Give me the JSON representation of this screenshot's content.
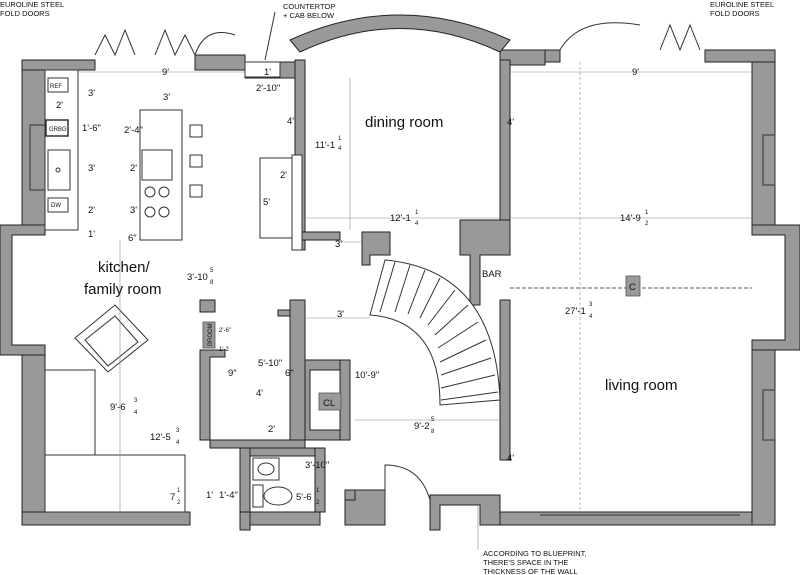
{
  "rooms": {
    "dining": "dining room",
    "kitchen": "kitchen/",
    "family": "family room",
    "living": "living room"
  },
  "notes": {
    "fold_doors_left_1": "EUROLINE STEEL",
    "fold_doors_left_2": "FOLD DOORS",
    "fold_doors_right_1": "EUROLINE STEEL",
    "fold_doors_right_2": "FOLD DOORS",
    "countertop_1": "COUNTERTOP",
    "countertop_2": "+ CAB BELOW",
    "blueprint_1": "ACCORDING TO BLUEPRINT,",
    "blueprint_2": "THERE'S SPACE IN THE",
    "blueprint_3": "THICKNESS OF THE WALL"
  },
  "labels": {
    "ref": "REF",
    "grbg": "GRBG",
    "dw": "DW",
    "bar": "BAR",
    "cl": "CL",
    "broom": "BROOM",
    "centerline": "C"
  },
  "dimensions": {
    "kitchen_width": "9'",
    "counter_1": "1'",
    "counter_2": "2'-10\"",
    "ref_3": "3'",
    "ref_2": "2'",
    "grbg_1_6": "1'-6\"",
    "island_3": "3'",
    "island_2_4": "2'-4\"",
    "sink_3": "3'",
    "left_2b": "2'",
    "left_1": "1'",
    "island_2a": "2'",
    "island_3b": "3'",
    "island_6": "6\"",
    "dining_depth_whole": "11'-1",
    "dining_depth_frac_n": "1",
    "dining_depth_frac_d": "4",
    "dining_4": "4'",
    "buffet_2": "2'",
    "buffet_5": "5'",
    "dining_width_whole": "12'-1",
    "dining_width_frac_n": "1",
    "dining_width_frac_d": "4",
    "living_width_whole": "14'-9",
    "living_width_frac_n": "1",
    "living_width_frac_d": "2",
    "living_right_4": "4'",
    "living_right_9": "9'",
    "hall_3a": "3'",
    "hall_3b": "3'",
    "kitchen_3_10_whole": "3'-10",
    "kitchen_3_10_frac_n": "5",
    "kitchen_3_10_frac_d": "8",
    "living_depth_whole": "27'-1",
    "living_depth_frac_n": "3",
    "living_depth_frac_d": "4",
    "broom_2_6": "2'-6\"",
    "broom_1_2": "1'-2",
    "pantry_5_10": "5'-10\"",
    "pantry_9": "9\"",
    "pantry_6": "6\"",
    "pantry_4": "4'",
    "pantry_2": "2'",
    "stair_10_9": "10'-9\"",
    "family_9_6_whole": "9'-6",
    "family_9_6_frac_n": "3",
    "family_9_6_frac_d": "4",
    "family_12_5_whole": "12'-5",
    "family_12_5_frac_n": "3",
    "family_12_5_frac_d": "4",
    "hall_9_2_whole": "9'-2",
    "hall_9_2_frac_n": "5",
    "hall_9_2_frac_d": "8",
    "living_4b": "4'",
    "bath_3_10": "3'-10\"",
    "bath_5_6_whole": "5'-6",
    "bath_5_6_frac_n": "1",
    "bath_5_6_frac_d": "2",
    "bottom_7_whole": "7",
    "bottom_7_frac_n": "1",
    "bottom_7_frac_d": "2",
    "bottom_1": "1'",
    "bottom_1_4": "1'-4\""
  }
}
